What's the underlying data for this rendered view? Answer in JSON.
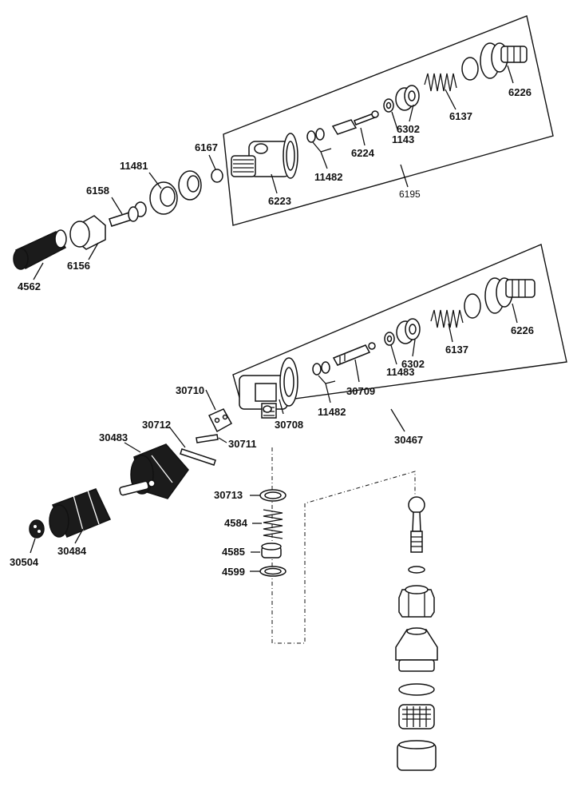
{
  "callouts": {
    "p6226a": "6226",
    "p6137a": "6137",
    "p6302a": "6302",
    "p1143": "1143",
    "p6224": "6224",
    "p11482a": "11482",
    "p6223": "6223",
    "p6195": "6195",
    "p6167": "6167",
    "p11481": "11481",
    "p6158": "6158",
    "p6156": "6156",
    "p4562": "4562",
    "p6226b": "6226",
    "p6137b": "6137",
    "p6302b": "6302",
    "p11483": "11483",
    "p30709": "30709",
    "p11482b": "11482",
    "p30708": "30708",
    "p30467": "30467",
    "p30710": "30710",
    "p30712": "30712",
    "p30711": "30711",
    "p30483": "30483",
    "p30713": "30713",
    "p4584": "4584",
    "p4585": "4585",
    "p4599": "4599",
    "p30484": "30484",
    "p30504": "30504"
  }
}
